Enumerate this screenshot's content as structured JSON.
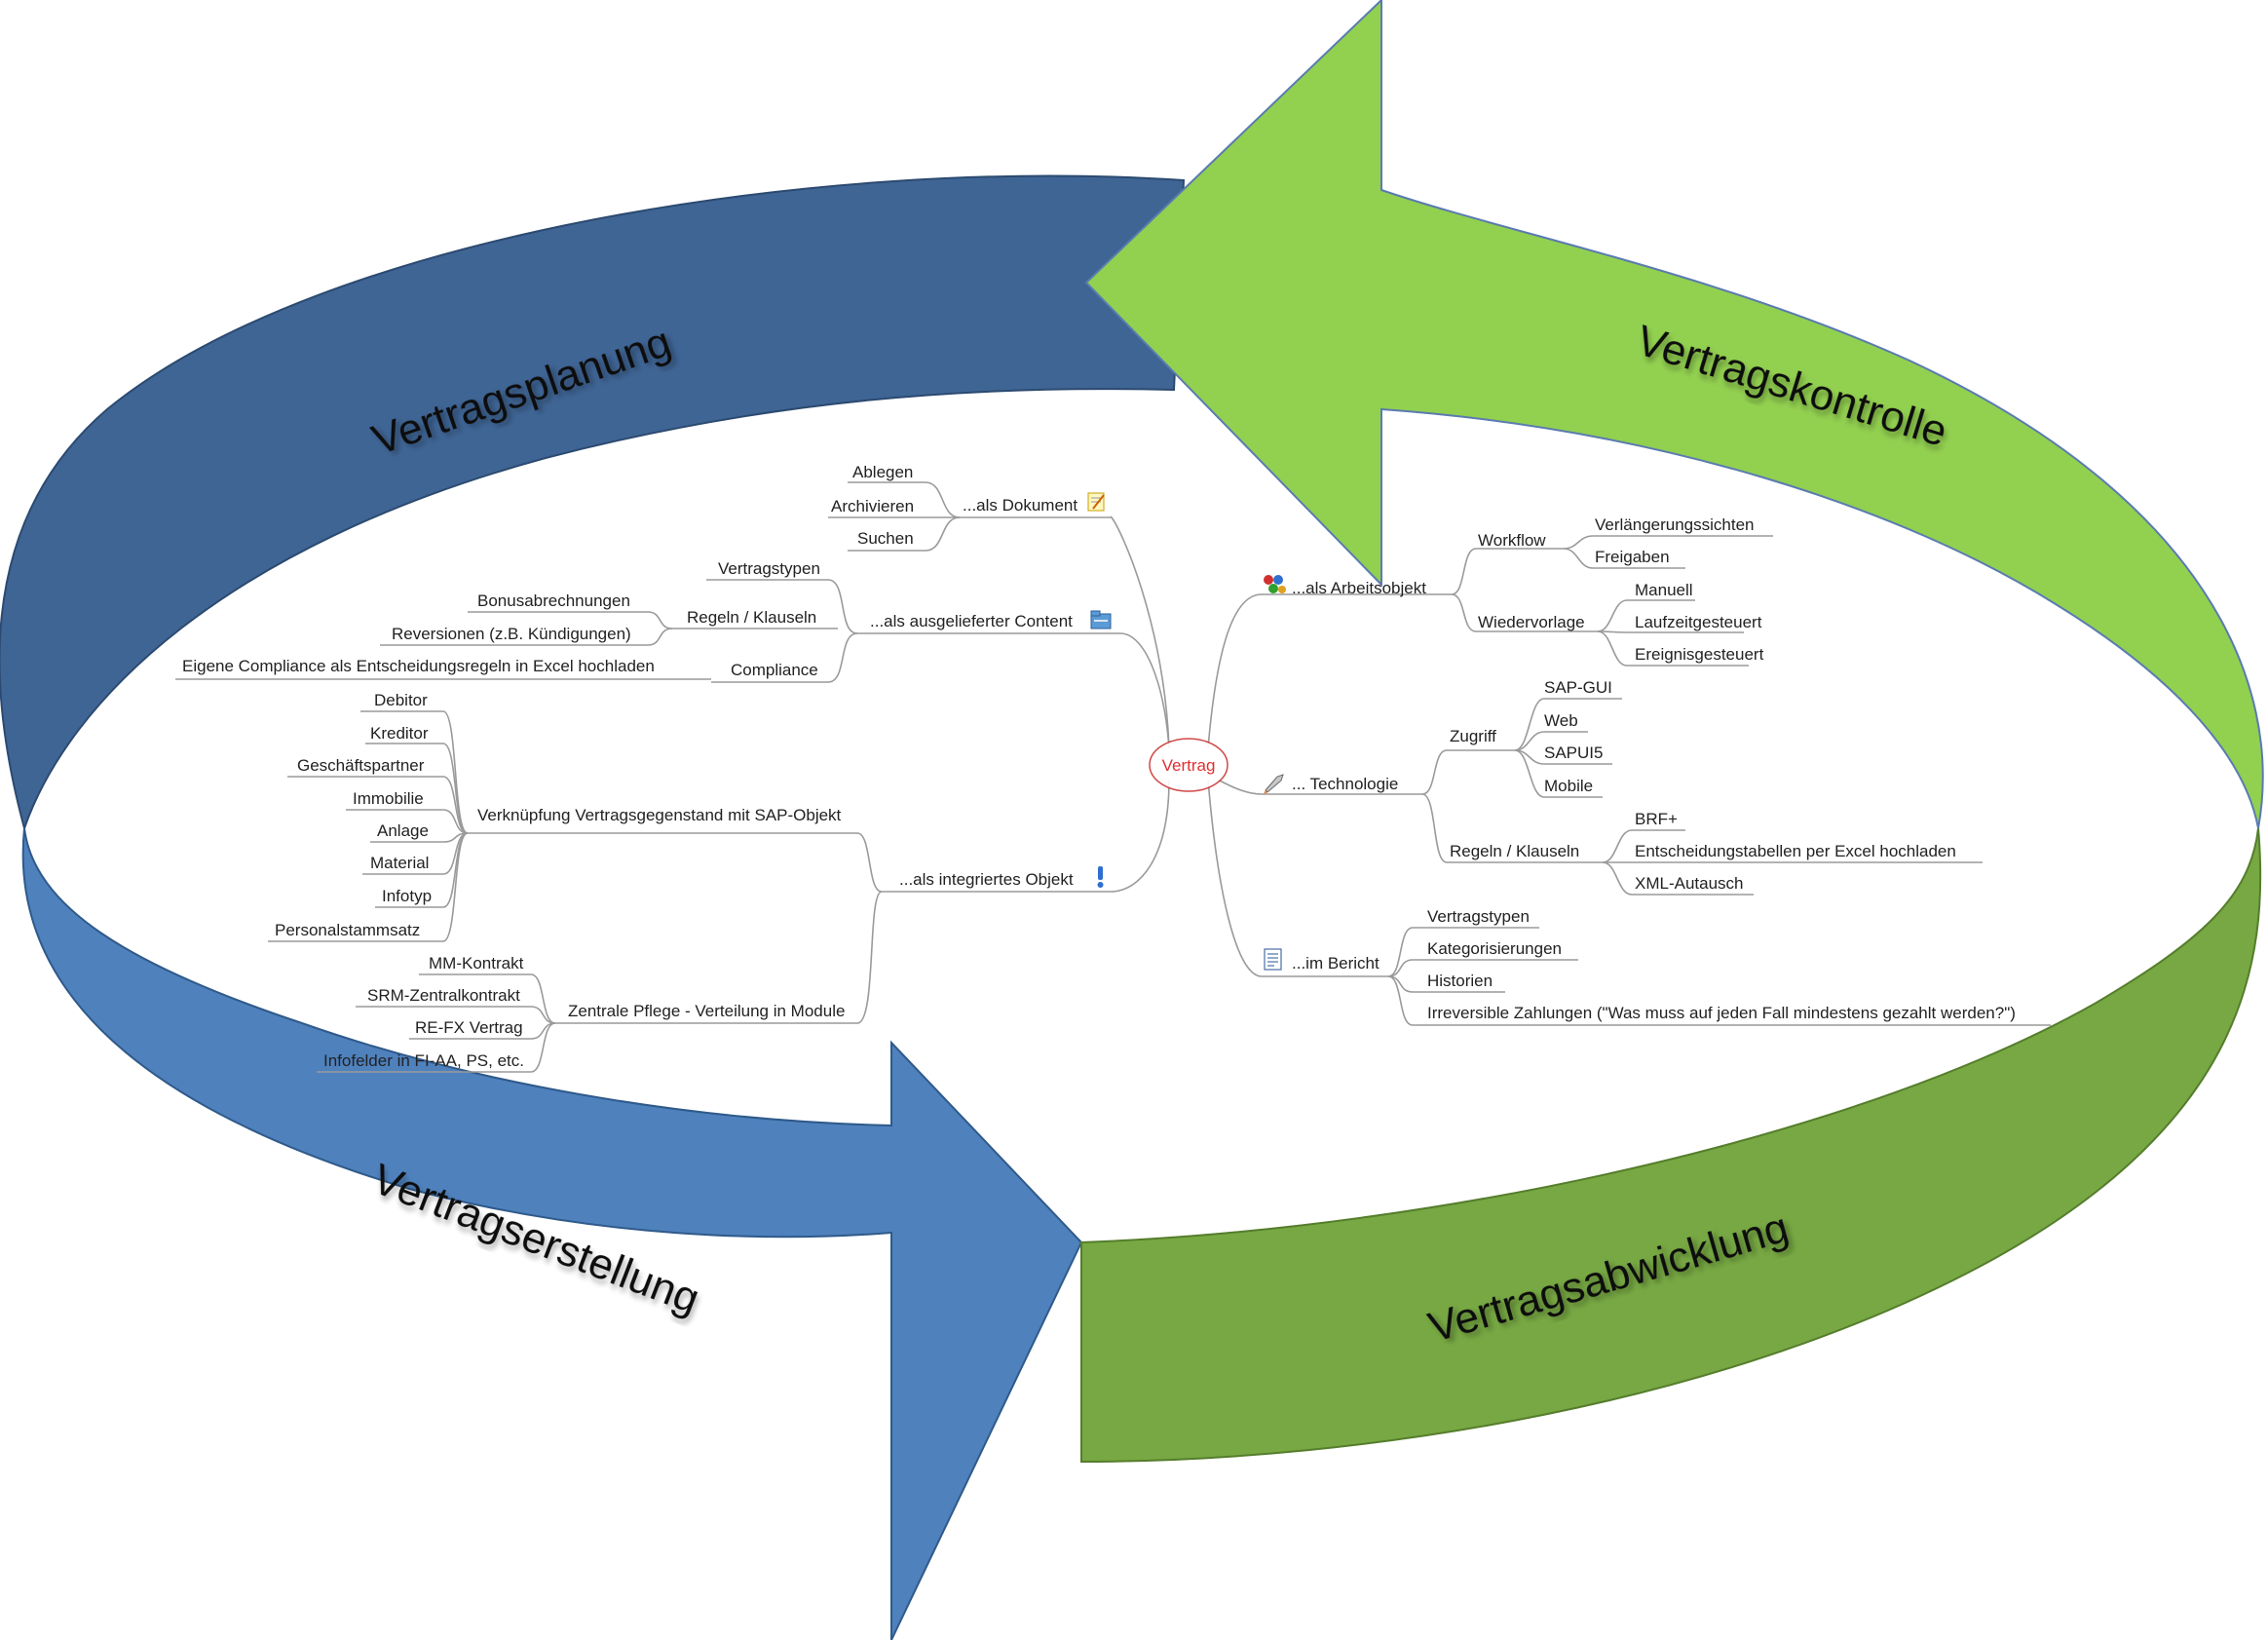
{
  "phases": {
    "planung": "Vertragsplanung",
    "kontrolle": "Vertragskontrolle",
    "erstellung": "Vertragserstellung",
    "abwicklung": "Vertragsabwicklung"
  },
  "colors": {
    "planung_dark": "#3f6595",
    "erstellung": "#4f81bd",
    "kontrolle": "#92d050",
    "abwicklung": "#77a843",
    "center_text": "#e03030"
  },
  "center": {
    "label": "Vertrag"
  },
  "left_branches": {
    "dokument": {
      "label": "...als Dokument",
      "icon": "note-icon",
      "children": [
        "Ablegen",
        "Archivieren",
        "Suchen"
      ]
    },
    "content": {
      "label": "...als ausgelieferter Content",
      "icon": "folder-icon",
      "vertragstypen": "Vertragstypen",
      "regeln": {
        "label": "Regeln / Klauseln",
        "children": [
          "Bonusabrechnungen",
          "Reversionen (z.B. Kündigungen)"
        ]
      },
      "compliance": {
        "label": "Compliance",
        "children": [
          "Eigene Compliance als Entscheidungsregeln in Excel hochladen"
        ]
      }
    },
    "objekt": {
      "label": "...als integriertes Objekt",
      "icon": "exclamation-icon",
      "verknuepfung": {
        "label": "Verknüpfung Vertragsgegenstand mit SAP-Objekt",
        "children": [
          "Debitor",
          "Kreditor",
          "Geschäftspartner",
          "Immobilie",
          "Anlage",
          "Material",
          "Infotyp",
          "Personalstammsatz"
        ]
      },
      "pflege": {
        "label": "Zentrale Pflege - Verteilung in Module",
        "children": [
          "MM-Kontrakt",
          "SRM-Zentralkontrakt",
          "RE-FX Vertrag",
          "Infofelder in FI-AA, PS, etc."
        ]
      }
    }
  },
  "right_branches": {
    "arbeitsobjekt": {
      "label": "...als Arbeitsobjekt",
      "icon": "people-icon",
      "workflow": {
        "label": "Workflow",
        "children": [
          "Verlängerungssichten",
          "Freigaben"
        ]
      },
      "wiedervorlage": {
        "label": "Wiedervorlage",
        "children": [
          "Manuell",
          "Laufzeitgesteuert",
          "Ereignisgesteuert"
        ]
      }
    },
    "technologie": {
      "label": "... Technologie",
      "icon": "rocket-icon",
      "zugriff": {
        "label": "Zugriff",
        "children": [
          "SAP-GUI",
          "Web",
          "SAPUI5",
          "Mobile"
        ]
      },
      "regeln": {
        "label": "Regeln / Klauseln",
        "children": [
          "BRF+",
          "Entscheidungstabellen per Excel hochladen",
          "XML-Autausch"
        ]
      }
    },
    "bericht": {
      "label": "...im Bericht",
      "icon": "report-icon",
      "children": [
        "Vertragstypen",
        "Kategorisierungen",
        "Historien",
        "Irreversible Zahlungen (\"Was muss auf jeden Fall mindestens gezahlt werden?\")"
      ]
    }
  }
}
